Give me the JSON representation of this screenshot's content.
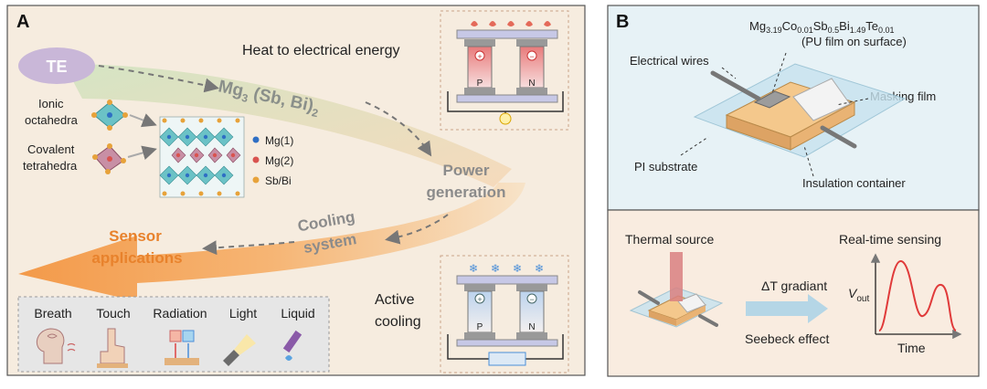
{
  "panel_a": {
    "letter": "A",
    "te_label": "TE",
    "heat_to_electric": "Heat to electrical energy",
    "compound_main": "Mg",
    "compound_sub": "3",
    "compound_rest": " (Sb, Bi)",
    "compound_sub2": "2",
    "ionic_label_1": "Ionic",
    "ionic_label_2": "octahedra",
    "covalent_label_1": "Covalent",
    "covalent_label_2": "tetrahedra",
    "legend": [
      {
        "label": "Mg(1)",
        "color": "#2f6fc4"
      },
      {
        "label": "Mg(2)",
        "color": "#d9534f"
      },
      {
        "label": "Sb/Bi",
        "color": "#e7a23a"
      }
    ],
    "power_generation_1": "Power",
    "power_generation_2": "generation",
    "cooling_system_1": "Cooling",
    "cooling_system_2": "system",
    "sensor_applications_1": "Sensor",
    "sensor_applications_2": "applications",
    "active_cooling_1": "Active",
    "active_cooling_2": "cooling",
    "legs_p": "P",
    "legs_n": "N",
    "applications": [
      "Breath",
      "Touch",
      "Radiation",
      "Light",
      "Liquid"
    ]
  },
  "panel_b": {
    "letter": "B",
    "formula_parts": [
      {
        "t": "Mg",
        "sub": false
      },
      {
        "t": "3.19",
        "sub": true
      },
      {
        "t": "Co",
        "sub": false
      },
      {
        "t": "0.01",
        "sub": true
      },
      {
        "t": "Sb",
        "sub": false
      },
      {
        "t": "0.5",
        "sub": true
      },
      {
        "t": "Bi",
        "sub": false
      },
      {
        "t": "1.49",
        "sub": true
      },
      {
        "t": "Te",
        "sub": false
      },
      {
        "t": "0.01",
        "sub": true
      }
    ],
    "pu_film": "(PU film on surface)",
    "electrical_wires": "Electrical wires",
    "masking_film": "Masking film",
    "pi_substrate": "PI substrate",
    "insulation_container": "Insulation container",
    "thermal_source": "Thermal source",
    "real_time_sensing": "Real-time sensing",
    "delta_t": "ΔT gradiant",
    "seebeck": "Seebeck effect",
    "v_out_main": "V",
    "v_out_sub": "out",
    "time": "Time"
  },
  "colors": {
    "panel_a_bg": "#f6ecdf",
    "panel_b_top_bg": "#e7f2f6",
    "panel_b_bottom_bg": "#f9ece0",
    "orange_arrow": "#f0a35a",
    "green_arrow": "#b9d4a6",
    "te_ellipse": "#c9b7d8",
    "signal_red": "#e03a3a"
  }
}
